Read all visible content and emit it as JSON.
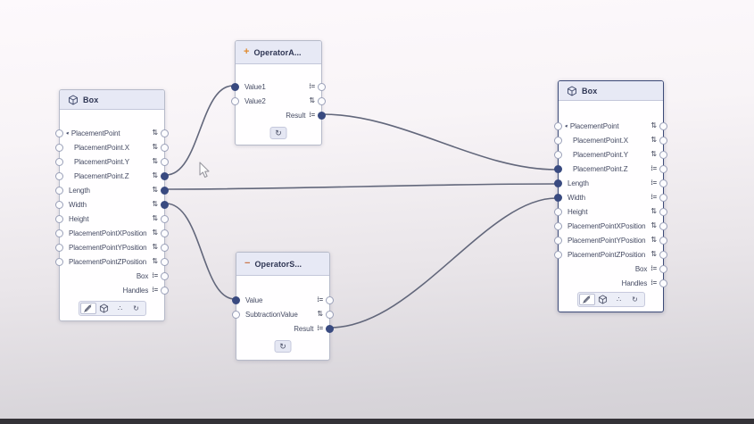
{
  "canvas": {
    "bg_top": "#fdf9fc",
    "bg_bottom": "#d3d0d5",
    "bottom_bar_color": "#343237",
    "wire_color": "#62677b",
    "port_filled_color": "#394a80",
    "header_color": "#e7e9f5",
    "accent_plus": "#e08a2e",
    "accent_minus": "#c9764a"
  },
  "icons": {
    "bind_glyph": "⇅",
    "list_glyph": "⁞=",
    "marker_glyph": "▲",
    "dots_glyph": "∴",
    "refresh_glyph": "↻",
    "plus_glyph": "+",
    "minus_glyph": "−"
  },
  "nodes": {
    "box_left": {
      "title": "Box",
      "rows": [
        "PlacementPoint",
        "PlacementPoint.X",
        "PlacementPoint.Y",
        "PlacementPoint.Z",
        "Length",
        "Width",
        "Height",
        "PlacementPointXPosition",
        "PlacementPointYPosition",
        "PlacementPointZPosition",
        "Box",
        "Handles"
      ]
    },
    "operator_add": {
      "title": "OperatorA...",
      "rows": [
        "Value1",
        "Value2",
        "Result"
      ]
    },
    "operator_sub": {
      "title": "OperatorS...",
      "rows": [
        "Value",
        "SubtractionValue",
        "Result"
      ]
    },
    "box_right": {
      "title": "Box",
      "rows": [
        "PlacementPoint",
        "PlacementPoint.X",
        "PlacementPoint.Y",
        "PlacementPoint.Z",
        "Length",
        "Width",
        "Height",
        "PlacementPointXPosition",
        "PlacementPointYPosition",
        "PlacementPointZPosition",
        "Box",
        "Handles"
      ]
    }
  }
}
